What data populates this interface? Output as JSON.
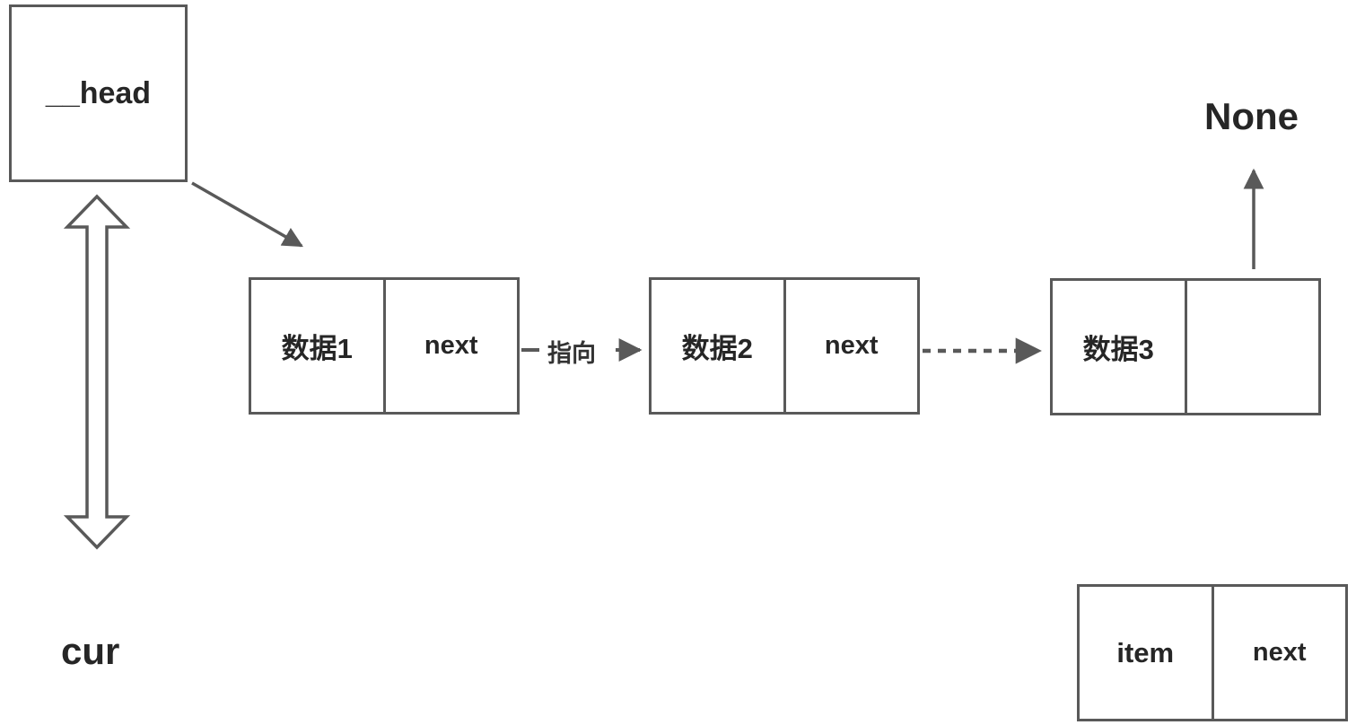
{
  "diagram": {
    "head_label": "__head",
    "cur_label": "cur",
    "none_label": "None",
    "pointer_label": "指向",
    "nodes": [
      {
        "data": "数据1",
        "pointer": "next"
      },
      {
        "data": "数据2",
        "pointer": "next"
      },
      {
        "data": "数据3",
        "pointer": ""
      }
    ],
    "item_node": {
      "data": "item",
      "pointer": "next"
    },
    "colors": {
      "stroke": "#595959",
      "text": "#262626",
      "background": "#ffffff"
    }
  }
}
